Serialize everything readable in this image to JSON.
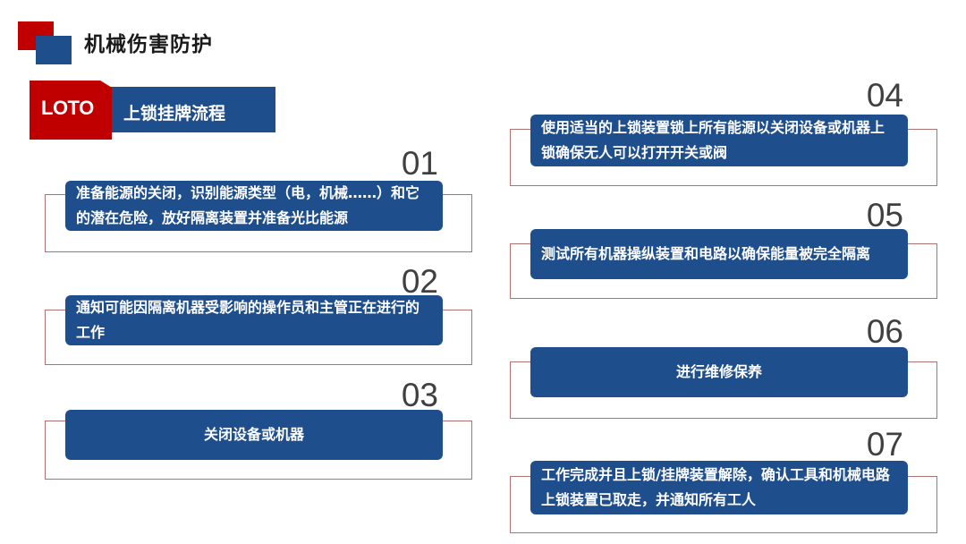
{
  "header": {
    "title": "机械伤害防护"
  },
  "section": {
    "badge": "LOTO",
    "title": "上锁挂牌流程"
  },
  "steps": [
    {
      "num": "01",
      "text": "准备能源的关闭，识别能源类型（电，机械……）和它的潜在危险，放好隔离装置并准备光比能源"
    },
    {
      "num": "02",
      "text": "通知可能因隔离机器受影响的操作员和主管正在进行的工作"
    },
    {
      "num": "03",
      "text": "关闭设备或机器"
    },
    {
      "num": "04",
      "text": "使用适当的上锁装置锁上所有能源以关闭设备或机器上锁确保无人可以打开开关或阀"
    },
    {
      "num": "05",
      "text": "测试所有机器操纵装置和电路以确保能量被完全隔离"
    },
    {
      "num": "06",
      "text": "进行维修保养"
    },
    {
      "num": "07",
      "text": "工作完成并且上锁/挂牌装置解除，确认工具和机械电路上锁装置已取走，并通知所有工人"
    }
  ],
  "colors": {
    "primary_blue": "#1f4e8c",
    "accent_red": "#c00000",
    "frame_border": "#b07070"
  }
}
